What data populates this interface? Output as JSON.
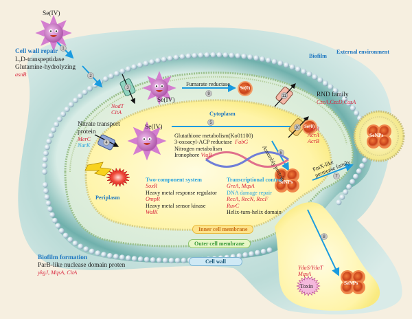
{
  "regions": {
    "external_environment": "External environment",
    "biofilm": "Biofilm",
    "cytoplasm": "Cytoplasm",
    "periplasm": "Periplasm"
  },
  "membrane_labels": {
    "inner": "Inner cell membrane",
    "outer": "Outer cell membrane",
    "wall": "Cell wall"
  },
  "cell_wall_repair": {
    "title": "Cell wall repair",
    "lines": [
      "L,D-transpeptidase",
      "Glutamine-hydrolyzing"
    ],
    "genes": "asnB"
  },
  "nitrate_transport": {
    "title_lines": [
      "Nitrate transport",
      "protein"
    ],
    "gene_red": "MerC",
    "gene_cyan": "NarK"
  },
  "transporter_3_genes": [
    "NodT",
    "CitA"
  ],
  "fumarate": {
    "label": "Fumarate reductase"
  },
  "cytoplasm_metabolism": {
    "lines": [
      {
        "text": "Glutathione metabolism(Ko01100)",
        "gene": ""
      },
      {
        "text": "3-oxoacyl-ACP reductase",
        "gene": "FabG"
      },
      {
        "text": "Nitrogen metabolism",
        "gene": ""
      },
      {
        "text": "Ironophore",
        "gene": "ViuB"
      }
    ]
  },
  "two_component": {
    "title": "Two-component system",
    "items": [
      {
        "text": "",
        "gene": "SoxR"
      },
      {
        "text": "Heavy metal response regulator",
        "gene": ""
      },
      {
        "text": "",
        "gene": "OmpR"
      },
      {
        "text": "Heavy metal sensor kinase",
        "gene": ""
      },
      {
        "text": "",
        "gene": "WalK"
      }
    ]
  },
  "transcriptional_control": {
    "title": "Transcriptional control",
    "genes": "GreA,  MqsA"
  },
  "dna_repair": {
    "title": "DNA damage repair",
    "genes_line1": "RecA,  RecN,  RecF",
    "genes_line2": "RuvC",
    "domain": "Helix-turn-helix domain"
  },
  "rnd_family": {
    "label": "RND family",
    "genes": "CzcA,CzcD,CusA"
  },
  "transporter_10_genes": [
    "AcrR",
    "AcrA",
    "AcrB"
  ],
  "assembly_protein": "Assembly protein",
  "fnx_family": {
    "line1": "FtnX-like",
    "line2": "permease family"
  },
  "biofilm_formation": {
    "title": "Biofilm formation",
    "line": "ParB-like nuclease domain proten",
    "genes": "ykgJ,  MqsA,  CitA"
  },
  "toxin": {
    "label": "Toxin",
    "genes": [
      "YdaS/YdaT",
      "MqsA"
    ]
  },
  "particles": {
    "se_iv": "Se(IV)",
    "se_0": "Se(0)",
    "senps": "SeNPs"
  },
  "step_numbers": [
    "1",
    "2",
    "3",
    "4",
    "5",
    "6",
    "7",
    "8",
    "9",
    "10",
    "11"
  ],
  "colors": {
    "accent_blue": "#1f78c1",
    "gene_red": "#d8223a",
    "gene_cyan": "#29a3dd",
    "arrow_blue": "#1a9be0",
    "background": "#f6efe0",
    "biofilm": "#cfe5e3",
    "cytoplasm": "#fff6b0"
  }
}
